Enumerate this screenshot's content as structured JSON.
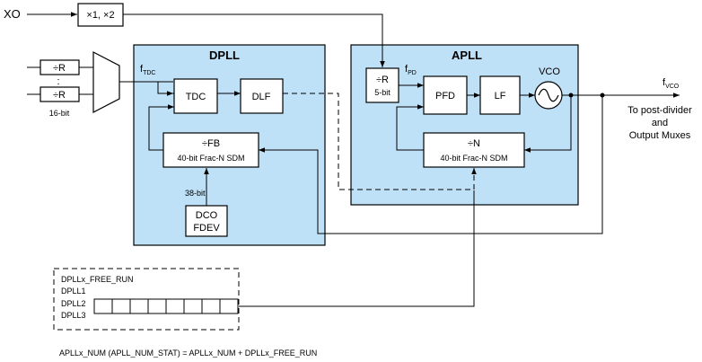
{
  "inputs": {
    "xo": "XO",
    "div_r": "÷R",
    "div_r_dots": ":",
    "mux_width": "16-bit"
  },
  "xo_block": {
    "label": "×1, ×2"
  },
  "dpll": {
    "title": "DPLL",
    "f_tdc_main": "f",
    "f_tdc_sub": "TDC",
    "tdc": "TDC",
    "dlf": "DLF",
    "fb_divider": "÷FB",
    "fb_sdm": "40-bit Frac-N SDM",
    "dco_width": "38-bit",
    "dco_line1": "DCO",
    "dco_line2": "FDEV"
  },
  "apll": {
    "title": "APLL",
    "r_div": "÷R",
    "r_width": "5-bit",
    "f_pd_main": "f",
    "f_pd_sub": "PD",
    "pfd": "PFD",
    "lf": "LF",
    "vco_label": "VCO",
    "n_divider": "÷N",
    "n_sdm": "40-bit Frac-N SDM"
  },
  "output": {
    "f_vco_main": "f",
    "f_vco_sub": "VCO",
    "dest_line1": "To post-divider",
    "dest_line2": "and",
    "dest_line3": "Output Muxes"
  },
  "register_box": {
    "lines": [
      "DPLLx_FREE_RUN",
      "DPLL1",
      "DPLL2",
      "DPLL3"
    ],
    "cell_count": 8
  },
  "footnote": "APLLx_NUM (APLL_NUM_STAT) = APLLx_NUM + DPLLx_FREE_RUN"
}
